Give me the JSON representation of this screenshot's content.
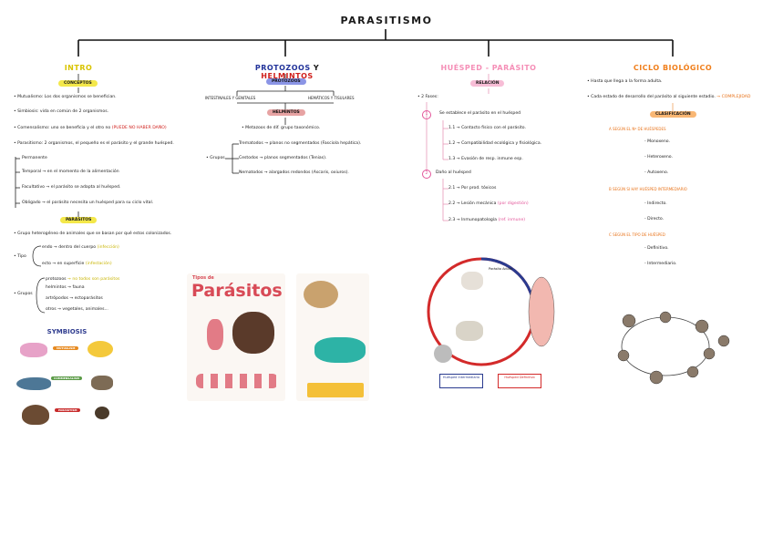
{
  "title": "PARASITISMO",
  "colors": {
    "intro": "#e5d000",
    "protozoos": "#2833a8",
    "helmintos": "#d0201c",
    "huesped": "#f58fb7",
    "ciclo": "#f07f1c"
  },
  "intro": {
    "heading": "INTRO",
    "conceptos_label": "CONCEPTOS",
    "items": [
      "• Mutualismo: Los dos organismos se benefician.",
      "• Simbiosis: vida en común de 2 organismos.",
      "• Comensalismo: uno se beneficia y el otro no",
      "(PUEDE NO HABER DAÑO)",
      "• Parasitismo: 2 organismos, el pequeño es el parásito y el grande huésped.",
      "Permanente",
      "Temporal → en el momento de la alimentación",
      "Facultativo → el parásito se adapta al huésped.",
      "Obligado → el parásito necesita un huésped para su ciclo vital."
    ],
    "parasitos_label": "PARÁSITOS",
    "parasitos_items": [
      "• Grupo heterogéneo de animales que se basan por qué estos colonizados.",
      "endo → dentro del cuerpo",
      "(infección)",
      "• Tipo",
      "ecto → en superficie",
      "(infestación)",
      "protozoos",
      "→ no todos son parásitos",
      "• Grupos",
      "helmintos → fauna",
      "artrópodos → ectoparásitos",
      "otros → vegetales, animales..."
    ],
    "symbiosis_title": "SYMBIOSIS",
    "symbiosis_labels": [
      "MUTUALISM",
      "COMMENSALISM",
      "PARASITISM"
    ]
  },
  "protozoos": {
    "heading_a": "PROTOZOOS",
    "heading_y": "Y",
    "heading_b": "HELMINTOS",
    "pill_protozoos": "PROTOZOOS",
    "branch_left": "INTESTINALES Y GENITALES",
    "branch_right": "HEMÁTICOS Y TISULARES",
    "pill_helmintos": "HELMINTOS",
    "helm_intro": "• Metazoos de dif. grupo taxonómico.",
    "grupos_label": "• Grupos",
    "grupos": [
      "Trematodos → planos no segmentados (Fasciola hepática).",
      "Cestodos → planos segmentados (Tenias).",
      "Nematodos → alargados redondos (Ascaris, oxiuros)."
    ],
    "infographic_title": "Tipos de",
    "infographic_big": "Parásitos"
  },
  "huesped": {
    "heading": "HUÉSPED - PARÁSITO",
    "pill": "RELACIÓN",
    "intro": "• 2 Fases:",
    "fase1_num": "1",
    "fase1": "Se establece el parásito en el huésped",
    "fase1_items": [
      "1.1 → Contacto físico con el parásito.",
      "1.2 → Compatibilidad ecológica y fisiológica.",
      "1.3 → Evasión de resp. inmune esp."
    ],
    "fase2_num": "2",
    "fase2": "Daño al huésped",
    "fase2_items": [
      "2.1 → Por prod. tóxicos",
      "2.2 → Lesión mecánica",
      "(por digestión)",
      "2.3 → Inmunopatología",
      "(ref. inmune)"
    ],
    "diagram_labels": [
      "Parásito Adulto",
      "Huésped Intermediario",
      "Huésped Definitivo"
    ]
  },
  "ciclo": {
    "heading": "CICLO BIOLÓGICO",
    "items": [
      "• Hasta que llega a la forma adulta.",
      "• Cada estado de desarrollo del parásito al siguiente estadio."
    ],
    "items_note": "→ COMPLEJIDAD",
    "pill": "CLASIFICACIÓN",
    "group_a": "A SEGÚN EL Nº DE HUÉSPEDES",
    "group_a_items": [
      "- Monoxeno.",
      "- Heteroxeno.",
      "- Autoxeno."
    ],
    "group_b": "B SEGÚN SI HAY HUÉSPED INTERMEDIARIO",
    "group_b_items": [
      "- Indirecto.",
      "- Directo."
    ],
    "group_c": "C SEGÚN EL TIPO DE HUÉSPED",
    "group_c_items": [
      "- Definitivo.",
      "- Intermediario."
    ]
  }
}
